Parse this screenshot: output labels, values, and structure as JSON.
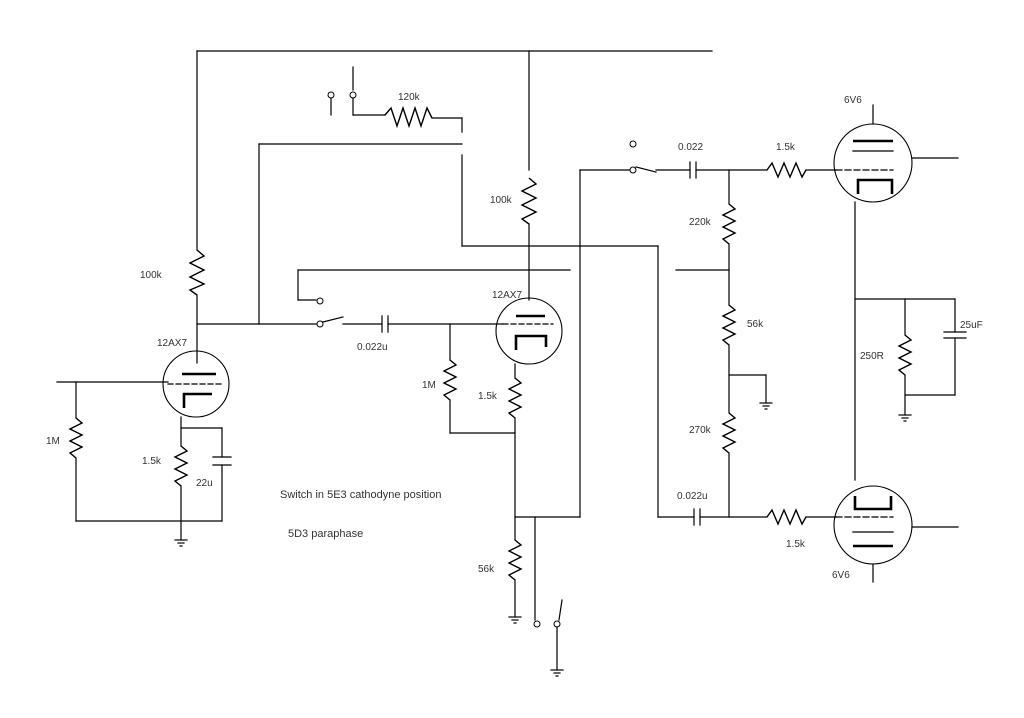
{
  "labels": {
    "r_120k": "120k",
    "r_100k_left": "100k",
    "r_100k_mid": "100k",
    "r_1m_grid": "1M",
    "r_1m_mid": "1M",
    "r_15k_cath_left": "1.5k",
    "r_15k_cath_mid": "1.5k",
    "r_56k_tail": "56k",
    "r_220k": "220k",
    "r_56k_div": "56k",
    "r_270k": "270k",
    "r_15k_top": "1.5k",
    "r_15k_bot": "1.5k",
    "r_250r": "250R",
    "c_22u": "22u",
    "c_0022u_mid": "0.022u",
    "c_0022_top": "0.022",
    "c_0022u_bot": "0.022u",
    "c_25uf": "25uF",
    "tube_v1": "12AX7",
    "tube_v2": "12AX7",
    "tube_v3": "6V6",
    "tube_v4": "6V6",
    "note_switch": "Switch in 5E3  cathodyne position",
    "note_5d3": "5D3 paraphase"
  }
}
